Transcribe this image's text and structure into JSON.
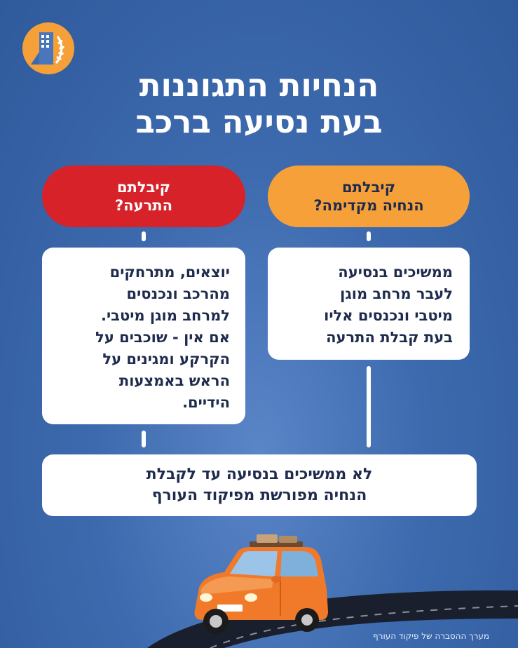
{
  "title": {
    "line1": "הנחיות התגוננות",
    "line2": "בעת נסיעה ברכב"
  },
  "pills": {
    "alert": {
      "line1": "קיבלתם",
      "line2": "התרעה?",
      "color": "#d72229"
    },
    "advance": {
      "line1": "קיבלתם",
      "line2": "הנחיה מקדימה?",
      "color": "#f6a03a"
    }
  },
  "cards": {
    "alert_instructions": [
      "יוצאים, מתרחקים",
      "מהרכב ונכנסים",
      "למרחב מוגן מיטבי.",
      "אם אין - שוכבים על",
      "הקרקע ומגינים על",
      "הראש באמצעות",
      "הידיים."
    ],
    "advance_instructions": [
      "ממשיכים בנסיעה",
      "לעבר מרחב מוגן",
      "מיטבי ונכנסים אליו",
      "בעת קבלת התרעה"
    ],
    "continue_instructions": [
      "לא ממשיכים בנסיעה עד לקבלת",
      "הנחיה מפורשת מפיקוד העורף"
    ]
  },
  "footer": {
    "credit": "מערך ההסברה של פיקוד העורף"
  },
  "icons": {
    "logo": "home-front-command-logo-icon",
    "car": "car-illustration"
  },
  "colors": {
    "background": "#3d6aae",
    "logo_circle": "#f6a03a",
    "text_dark": "#1e2b4d"
  }
}
